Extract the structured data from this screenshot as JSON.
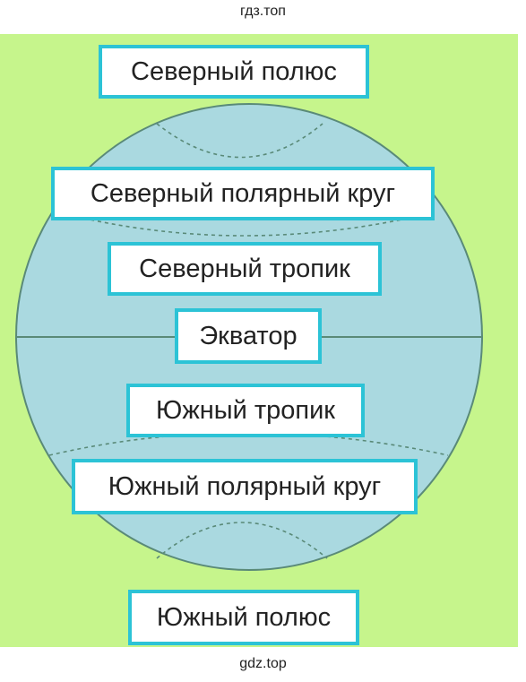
{
  "watermark_top": "гдз.топ",
  "watermark_bottom": "gdz.top",
  "colors": {
    "background": "#c6f58c",
    "globe_fill": "#aad9e0",
    "globe_stroke": "#5a8a78",
    "label_border": "#2cc3d6"
  },
  "labels": {
    "north_pole": "Северный полюс",
    "arctic_circle": "Северный полярный круг",
    "tropic_cancer": "Северный тропик",
    "equator": "Экватор",
    "tropic_capricorn": "Южный тропик",
    "antarctic_circle": "Южный полярный круг",
    "south_pole": "Южный полюс"
  }
}
